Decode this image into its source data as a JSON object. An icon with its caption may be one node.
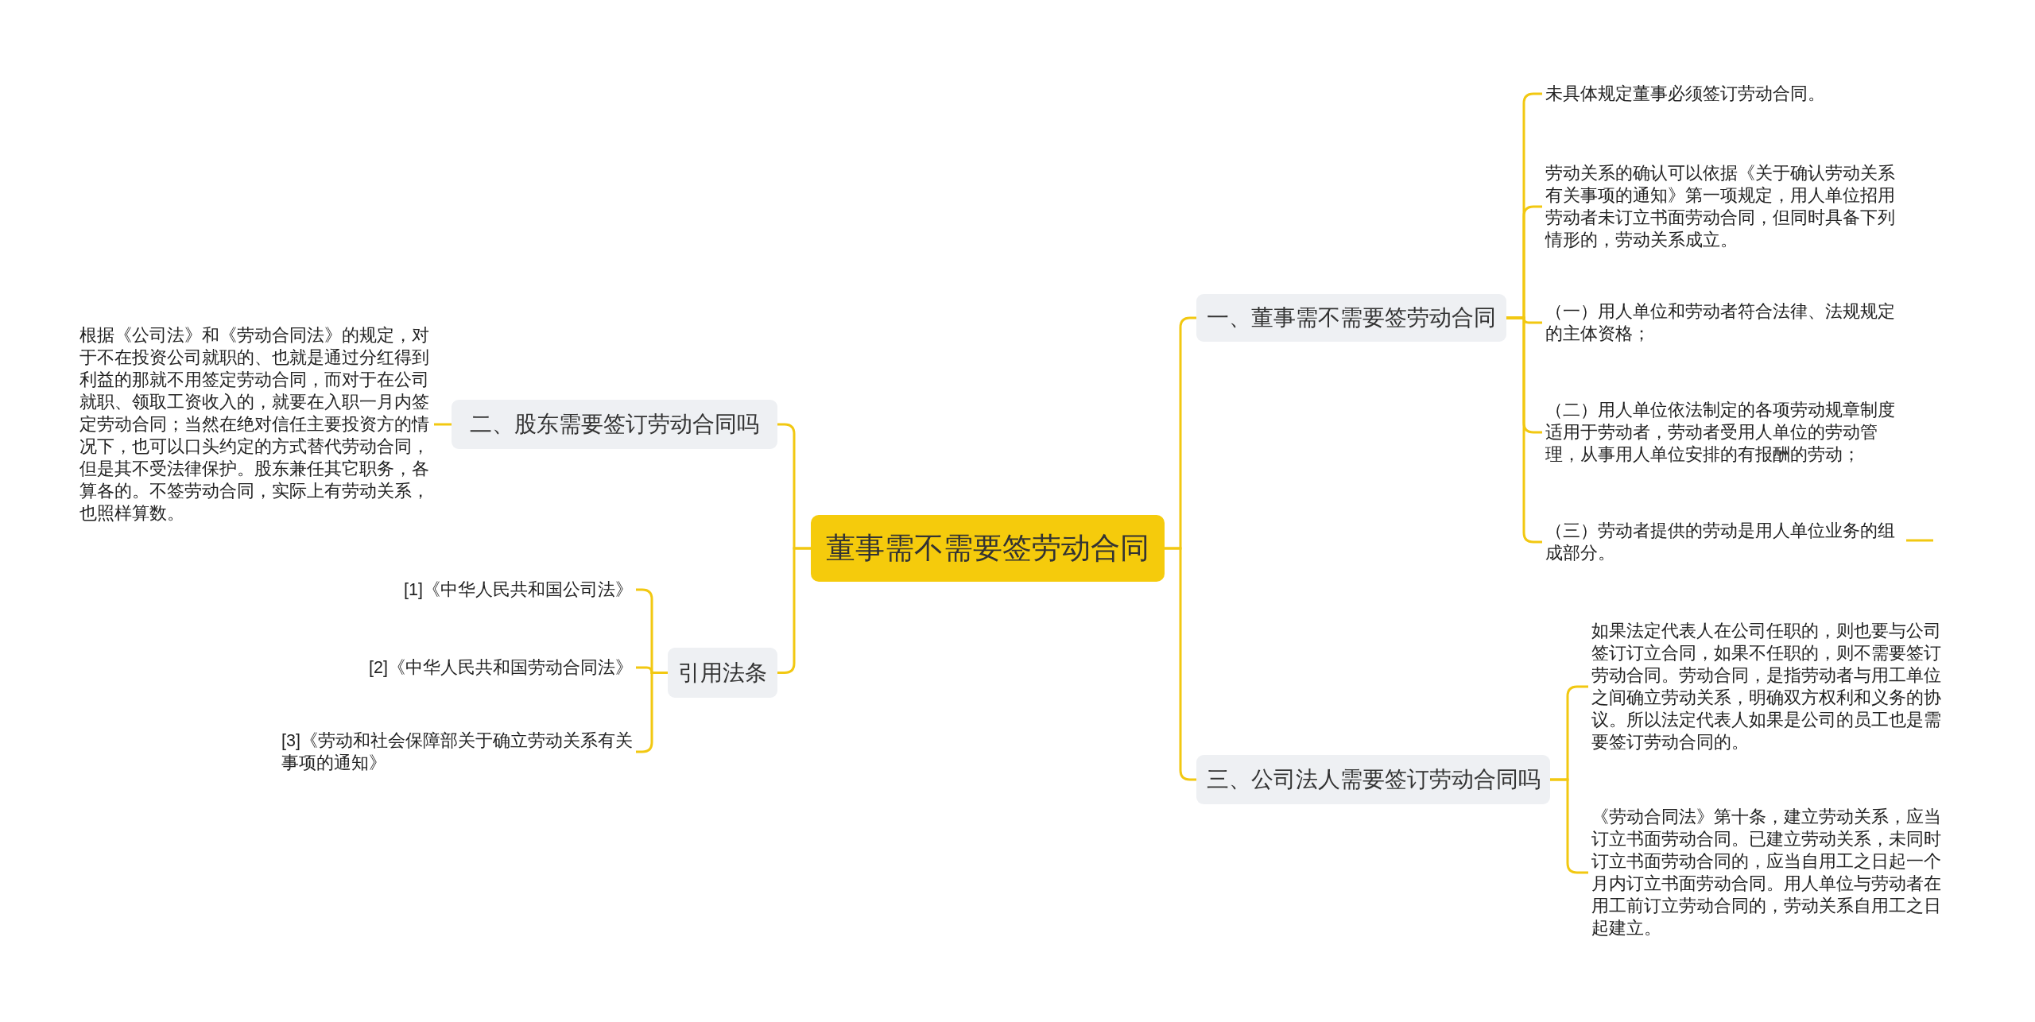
{
  "diagram": {
    "nodes": [
      {
        "text": [
          "董事需不需要签劳动合同"
        ]
      },
      {
        "text": [
          "一、董事需不需要签劳动合同"
        ]
      },
      {
        "text": [
          "未具体规定董事必须签订劳动合同。"
        ]
      },
      {
        "text": [
          "劳动关系的确认可以依据《关于确认劳动关系有关事项的通知》第一项规定，用人单位招用劳动者未订立书面劳动合同，但同时具备下列情形的，劳动关系成立。"
        ]
      },
      {
        "text": [
          "（一）用人单位和劳动者符合法律、法规规定的主体资格；"
        ]
      },
      {
        "text": [
          "（二）用人单位依法制定的各项劳动规章制度适用于劳动者，劳动者受用人单位的劳动管理，从事用人单位安排的有报酬的劳动；"
        ]
      },
      {
        "text": [
          "（三）劳动者提供的劳动是用人单位业务的组成部分。"
        ]
      },
      {
        "text": [
          "三、公司法人需要签订劳动合同吗"
        ]
      },
      {
        "text": [
          "如果法定代表人在公司任职的，则也要与公司签订订立合同，如果不任职的，则不需要签订劳动合同。劳动合同，是指劳动者与用工单位之间确立劳动关系，明确双方权利和义务的协议。所以法定代表人如果是公司的员工也是需要签订劳动合同的。"
        ]
      },
      {
        "text": [
          "《劳动合同法》第十条，建立劳动关系，应当订立书面劳动合同。已建立劳动关系，未同时订立书面劳动合同的，应当自用工之日起一个月内订立书面劳动合同。用人单位与劳动者在用工前订立劳动合同的，劳动关系自用工之日起建立。"
        ]
      },
      {
        "text": [
          "二、股东需要签订劳动合同吗"
        ]
      },
      {
        "text": [
          "根据《公司法》和《劳动合同法》的规定，对于不在投资公司就职的、也就是通过分红得到利益的那就不用签定劳动合同，而对于在公司就职、领取工资收入的，就要在入职一月内签定劳动合同；当然在绝对信任主要投资方的情况下，也可以口头约定的方式替代劳动合同，但是其不受法律保护。股东兼任其它职务，各算各的。不签劳动合同，实际上有劳动关系，也照样算数。"
        ]
      },
      {
        "text": [
          "引用法条"
        ]
      },
      {
        "text": [
          "[1]《中华人民共和国公司法》"
        ]
      },
      {
        "text": [
          "[2]《中华人民共和国劳动合同法》"
        ]
      },
      {
        "text": [
          "[3]《劳动和社会保障部关于确立劳动关系有关事项的通知》"
        ]
      }
    ],
    "edges": [
      {
        "from": 0,
        "to": 1,
        "arrow": "none"
      },
      {
        "from": 1,
        "to": 2,
        "arrow": "none"
      },
      {
        "from": 1,
        "to": 3,
        "arrow": "none"
      },
      {
        "from": 1,
        "to": 4,
        "arrow": "none"
      },
      {
        "from": 1,
        "to": 5,
        "arrow": "none"
      },
      {
        "from": 1,
        "to": 6,
        "arrow": "none"
      },
      {
        "from": 0,
        "to": 7,
        "arrow": "none"
      },
      {
        "from": 7,
        "to": 8,
        "arrow": "none"
      },
      {
        "from": 7,
        "to": 9,
        "arrow": "none"
      },
      {
        "from": 0,
        "to": 10,
        "arrow": "none"
      },
      {
        "from": 10,
        "to": 11,
        "arrow": "none"
      },
      {
        "from": 0,
        "to": 12,
        "arrow": "none"
      },
      {
        "from": 12,
        "to": 13,
        "arrow": "none"
      },
      {
        "from": 12,
        "to": 14,
        "arrow": "none"
      },
      {
        "from": 12,
        "to": 15,
        "arrow": "none"
      }
    ]
  }
}
